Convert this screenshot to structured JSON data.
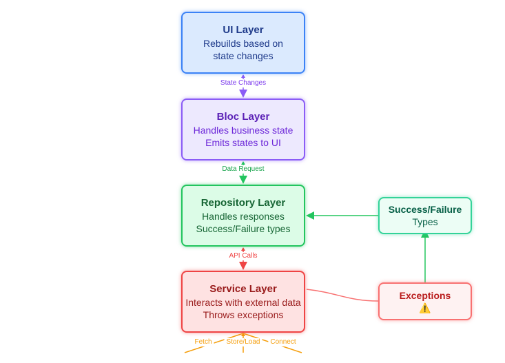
{
  "nodes": {
    "ui": {
      "title": "UI Layer",
      "lines": [
        "Rebuilds based on",
        "state changes"
      ]
    },
    "bloc": {
      "title": "Bloc Layer",
      "lines": [
        "Handles business state",
        "Emits states to UI"
      ]
    },
    "repository": {
      "title": "Repository Layer",
      "lines": [
        "Handles responses",
        "Success/Failure types"
      ]
    },
    "service": {
      "title": "Service Layer",
      "lines": [
        "Interacts with external data",
        "Throws exceptions"
      ]
    },
    "success_failure": {
      "title": "Success/Failure",
      "lines": [
        "Types"
      ]
    },
    "exceptions": {
      "title": "Exceptions",
      "icon": "warning-icon",
      "glyph": "⚠️"
    }
  },
  "edges": {
    "state_changes": "State Changes",
    "data_request": "Data Request",
    "api_calls": "API Calls",
    "fetch": "Fetch",
    "store_load": "Store/Load",
    "connect": "Connect"
  },
  "colors": {
    "blue": "#3b82f6",
    "purple": "#8b5cf6",
    "green": "#22c55e",
    "red": "#ef4444",
    "orange": "#f59e0b",
    "teal": "#34d399",
    "salmon": "#f87171"
  }
}
